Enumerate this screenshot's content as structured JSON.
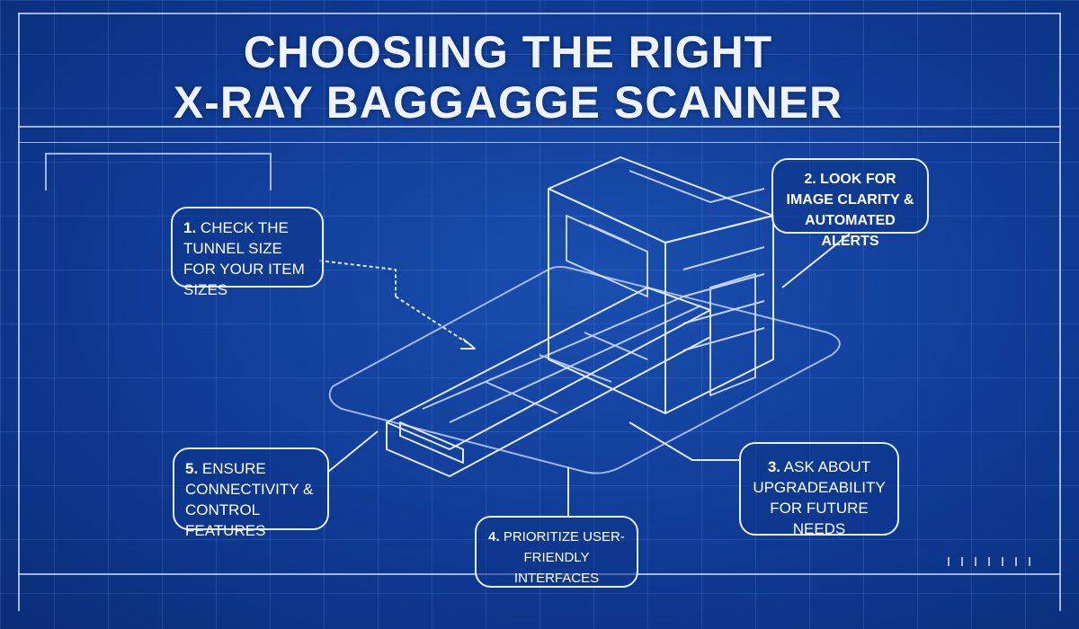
{
  "title": {
    "line1": "CHOOSIING THE RIGHT",
    "line2": "X-RAY BAGGAGGE SCANNER"
  },
  "callouts": [
    {
      "num": "1.",
      "text": "CHECK THE TUNNEL SIZE FOR YOUR ITEM SIZES"
    },
    {
      "num": "2.",
      "text": "LOOK FOR IMAGE CLARITY & AUTOMATED ALERTS"
    },
    {
      "num": "3.",
      "text": "ASK ABOUT UPGRADEABILITY FOR FUTURE NEEDS"
    },
    {
      "num": "4.",
      "text": "PRIORITIZE USER-FRIENDLY INTERFACES"
    },
    {
      "num": "5.",
      "text": "ENSURE CONNECTIVITY & CONTROL FEATURES"
    }
  ],
  "colors": {
    "background": "#0f3b95",
    "line": "#e8efff"
  }
}
